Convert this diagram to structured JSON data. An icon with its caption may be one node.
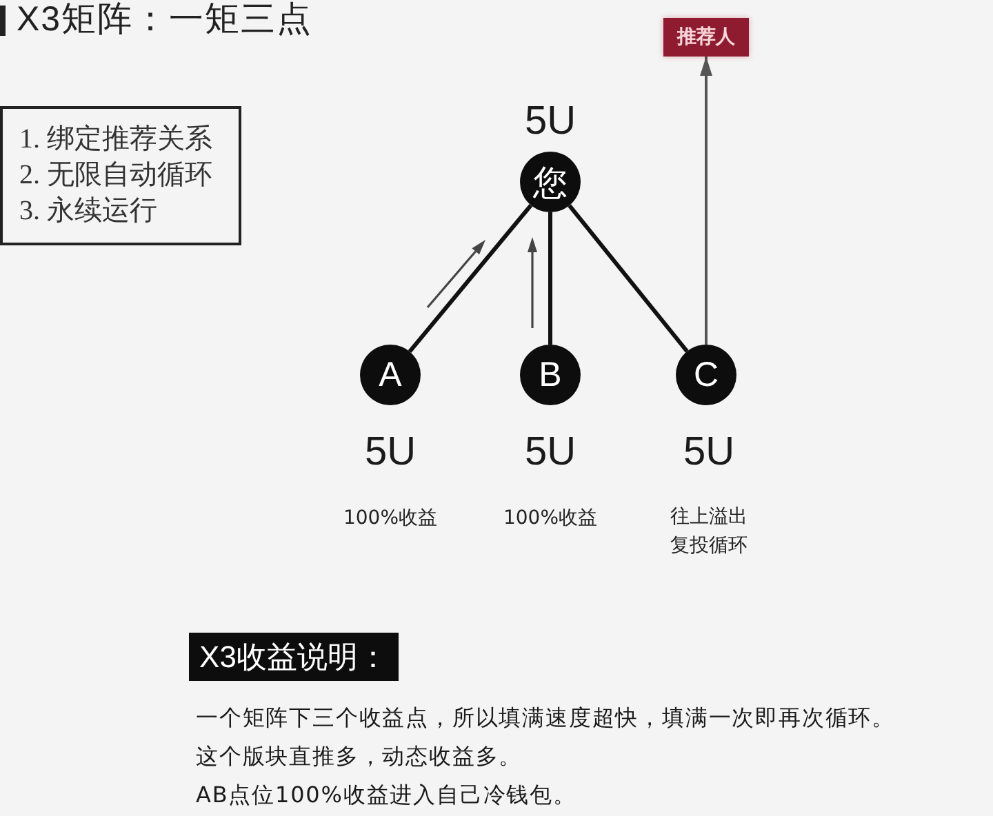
{
  "diagram": {
    "title": "X3矩阵：一矩三点",
    "nodes": [
      {
        "text": [
          "推荐人"
        ]
      },
      {
        "text": [
          "1. 绑定推荐关系",
          "2. 无限自动循环",
          "3. 永续运行"
        ]
      },
      {
        "text": [
          "您"
        ],
        "beside": [
          "5U"
        ]
      },
      {
        "text": [
          "A"
        ],
        "beside": [
          "5U",
          "100%收益"
        ]
      },
      {
        "text": [
          "B"
        ],
        "beside": [
          "5U",
          "100%收益"
        ]
      },
      {
        "text": [
          "C"
        ],
        "beside": [
          "5U",
          "往上溢出复投循环"
        ]
      },
      {
        "text": [
          "X3收益说明："
        ]
      }
    ],
    "edges": [
      {
        "from": 2,
        "to": 3,
        "arrow": "none"
      },
      {
        "from": 2,
        "to": 4,
        "arrow": "none"
      },
      {
        "from": 2,
        "to": 5,
        "arrow": "none"
      },
      {
        "from": 5,
        "to": 0,
        "arrow": "to",
        "color": "#555555"
      }
    ],
    "labels": [
      "一个矩阵下三个收益点，所以填满速度超快，填满一次即再次循环。",
      "这个版块直推多，动态收益多。",
      "AB点位100%收益进入自己冷钱包。"
    ]
  }
}
